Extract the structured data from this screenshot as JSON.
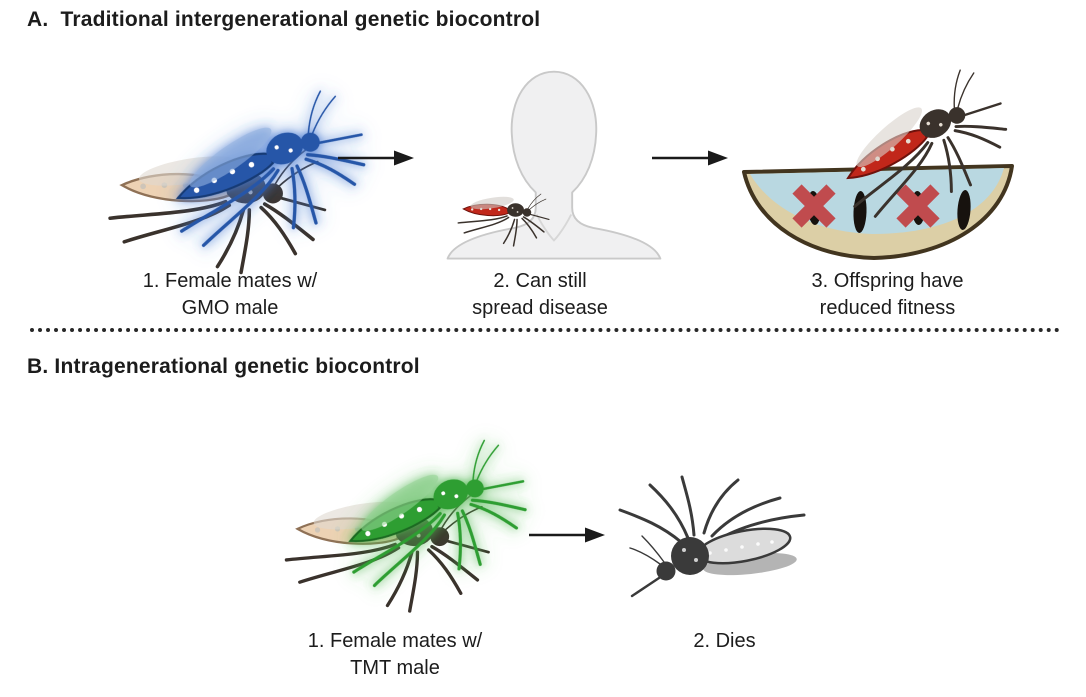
{
  "panel_a": {
    "title": "A.  Traditional intergenerational genetic biocontrol",
    "steps": [
      {
        "line1": "1. Female mates w/",
        "line2": "GMO male"
      },
      {
        "line1": "2. Can still",
        "line2": "spread disease"
      },
      {
        "line1": "3. Offspring have",
        "line2": "reduced fitness"
      }
    ]
  },
  "panel_b": {
    "title": "B. Intragenerational genetic biocontrol",
    "steps": [
      {
        "line1": "1. Female mates w/",
        "line2": "TMT male"
      },
      {
        "line1": "2. Dies",
        "line2": ""
      }
    ]
  },
  "colors": {
    "background": "#ffffff",
    "text": "#1c1c1c",
    "divider": "#282828",
    "arrow": "#1a1a1a",
    "gmo_blue": "#2856a8",
    "tmt_green": "#2f9e33",
    "female_body": "#3a322c",
    "female_abdomen": "#edd2b4",
    "blood_red": "#c1271a",
    "water_blue": "#b9d8e1",
    "rind_tan": "#dccfa6",
    "rind_outline": "#42351f",
    "egg_black": "#17120e",
    "cross_red": "#c04b4e",
    "bust_fill": "#f0f0f1",
    "bust_outline": "#c9c9c9",
    "dead_gray": "#3a3a3a"
  },
  "icons": {
    "arrow-right-icon": "solid right arrow →",
    "gmo-male-mosquito-icon": "blue glowing mosquito silhouette",
    "tmt-male-mosquito-icon": "green glowing mosquito silhouette",
    "female-mosquito-icon": "dark mosquito with tan abdomen",
    "human-bust-icon": "light gray faceless head and shoulders",
    "biting-mosquito-icon": "mosquito with blood-red abdomen at neck",
    "ovipositing-mosquito-icon": "blood-fed mosquito laying eggs on water",
    "water-dish-icon": "tan-rimmed dish of pale blue water",
    "mosquito-egg-icon": "black elongated egg",
    "red-x-icon": "red cross over egg",
    "dead-mosquito-icon": "gray mosquito lying on its back",
    "dotted-divider": "black dotted horizontal rule"
  }
}
